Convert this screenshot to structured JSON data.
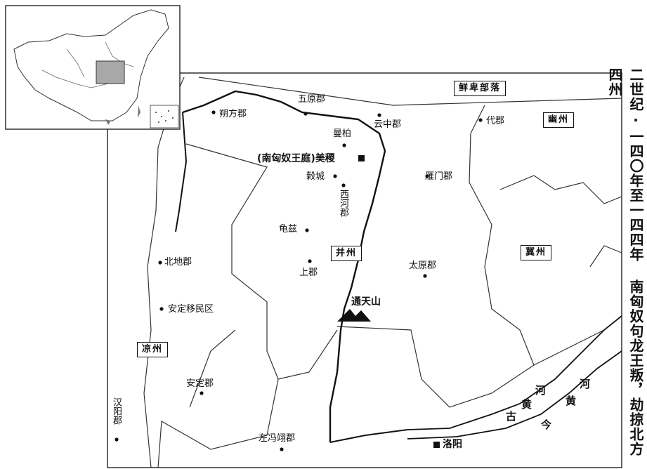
{
  "title": "二世纪·一四〇年至一四四年 南匈奴句龙王叛，劫掠北方四州",
  "regions": {
    "xianbei": "鲜卑部落",
    "youzhou": "幽州",
    "bingzhou": "并州",
    "jizhou": "冀州",
    "liangzhou": "凉州"
  },
  "places": {
    "wuyuan": "五原郡",
    "shuofang": "朔方郡",
    "yunzhong": "云中郡",
    "dai": "代郡",
    "manbai": "曼柏",
    "meiji": "(南匈奴王庭)美稷",
    "gucheng": "榖城",
    "xihe": "西河郡",
    "yanmen": "雁门郡",
    "qiuci": "龟兹",
    "shang": "上郡",
    "taiyuan": "太原郡",
    "beidi": "北地郡",
    "anding_refugee": "安定移民区",
    "anding": "安定郡",
    "hanyang": "汉阳郡",
    "zuofengyi": "左冯翊郡",
    "luoyang": "洛阳",
    "tongtian": "通天山"
  },
  "rivers": {
    "gu_label": "古",
    "huang_label": "黄",
    "he_label": "河",
    "jin_label": "今"
  }
}
